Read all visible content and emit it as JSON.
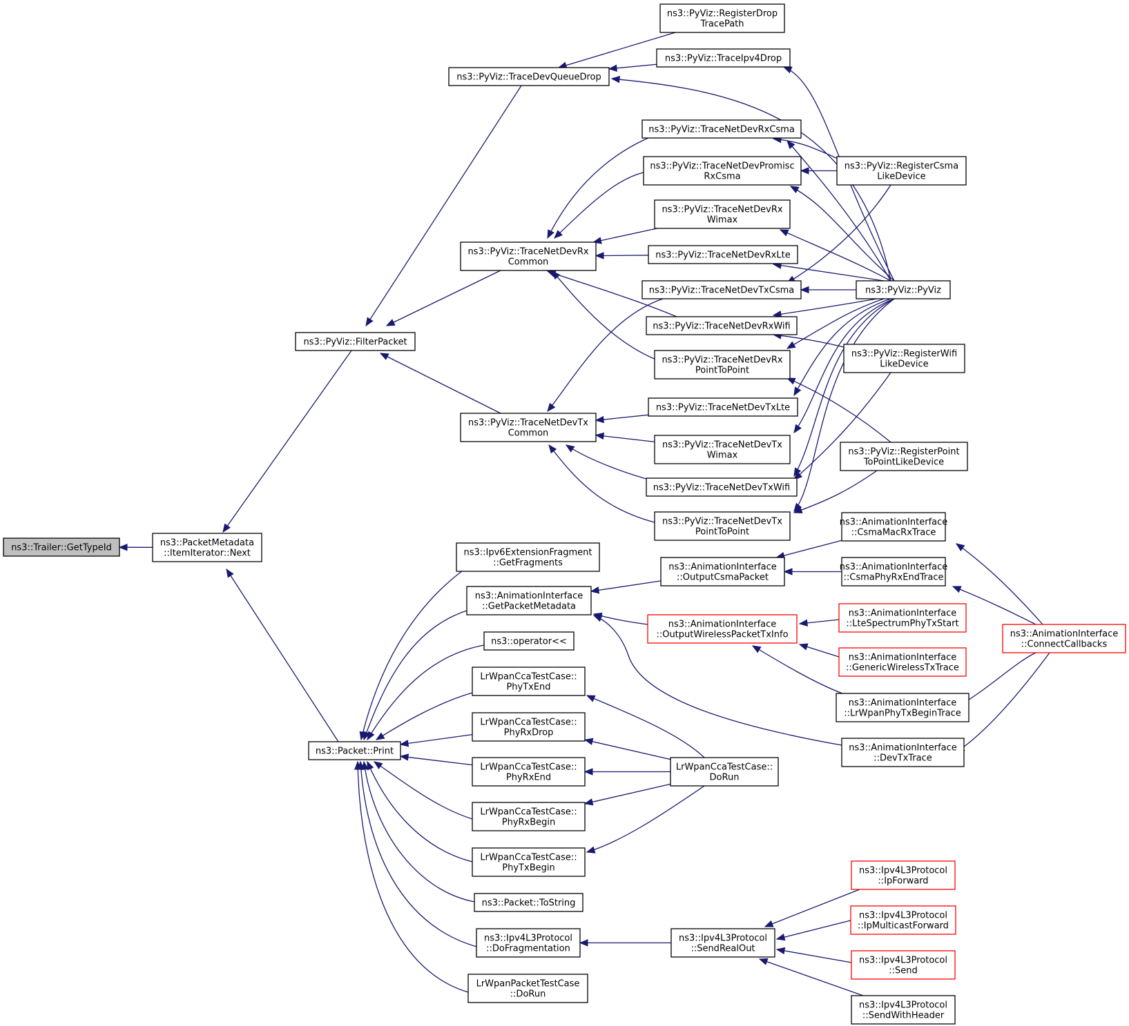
{
  "diagram": {
    "title": "",
    "nodes": [
      {
        "id": "n1",
        "lines": [
          "ns3::Trailer::GetTypeId"
        ],
        "highlight": true
      },
      {
        "id": "n2",
        "lines": [
          "ns3::PacketMetadata",
          "::ItemIterator::Next"
        ]
      },
      {
        "id": "n3",
        "lines": [
          "ns3::PyViz::FilterPacket"
        ]
      },
      {
        "id": "n4",
        "lines": [
          "ns3::Packet::Print"
        ]
      },
      {
        "id": "n5",
        "lines": [
          "ns3::PyViz::TraceDevQueueDrop"
        ]
      },
      {
        "id": "n6",
        "lines": [
          "ns3::PyViz::TraceNetDevRx",
          "Common"
        ]
      },
      {
        "id": "n7",
        "lines": [
          "ns3::PyViz::TraceNetDevTx",
          "Common"
        ]
      },
      {
        "id": "n8",
        "lines": [
          "ns3::PyViz::RegisterDrop",
          "TracePath"
        ]
      },
      {
        "id": "n9",
        "lines": [
          "ns3::PyViz::TraceIpv4Drop"
        ]
      },
      {
        "id": "n10",
        "lines": [
          "ns3::PyViz::TraceNetDevRxCsma"
        ]
      },
      {
        "id": "n11",
        "lines": [
          "ns3::PyViz::TraceNetDevPromisc",
          "RxCsma"
        ]
      },
      {
        "id": "n12",
        "lines": [
          "ns3::PyViz::TraceNetDevRx",
          "Wimax"
        ]
      },
      {
        "id": "n13",
        "lines": [
          "ns3::PyViz::TraceNetDevRxLte"
        ]
      },
      {
        "id": "n14",
        "lines": [
          "ns3::PyViz::TraceNetDevTxCsma"
        ]
      },
      {
        "id": "n15",
        "lines": [
          "ns3::PyViz::TraceNetDevRxWifi"
        ]
      },
      {
        "id": "n16",
        "lines": [
          "ns3::PyViz::TraceNetDevRx",
          "PointToPoint"
        ]
      },
      {
        "id": "n17",
        "lines": [
          "ns3::PyViz::TraceNetDevTxLte"
        ]
      },
      {
        "id": "n18",
        "lines": [
          "ns3::PyViz::TraceNetDevTx",
          "Wimax"
        ]
      },
      {
        "id": "n19",
        "lines": [
          "ns3::PyViz::TraceNetDevTxWifi"
        ]
      },
      {
        "id": "n20",
        "lines": [
          "ns3::PyViz::TraceNetDevTx",
          "PointToPoint"
        ]
      },
      {
        "id": "n21",
        "lines": [
          "ns3::PyViz::RegisterCsma",
          "LikeDevice"
        ]
      },
      {
        "id": "n22",
        "lines": [
          "ns3::PyViz::PyViz"
        ]
      },
      {
        "id": "n23",
        "lines": [
          "ns3::PyViz::RegisterWifi",
          "LikeDevice"
        ]
      },
      {
        "id": "n24",
        "lines": [
          "ns3::PyViz::RegisterPoint",
          "ToPointLikeDevice"
        ]
      },
      {
        "id": "n25",
        "lines": [
          "ns3::Ipv6ExtensionFragment",
          "::GetFragments"
        ]
      },
      {
        "id": "n26",
        "lines": [
          "ns3::AnimationInterface",
          "::GetPacketMetadata"
        ]
      },
      {
        "id": "n27",
        "lines": [
          "ns3::operator<<"
        ]
      },
      {
        "id": "n28",
        "lines": [
          "LrWpanCcaTestCase::",
          "PhyTxEnd"
        ]
      },
      {
        "id": "n29",
        "lines": [
          "LrWpanCcaTestCase::",
          "PhyRxDrop"
        ]
      },
      {
        "id": "n30",
        "lines": [
          "LrWpanCcaTestCase::",
          "PhyRxEnd"
        ]
      },
      {
        "id": "n31",
        "lines": [
          "LrWpanCcaTestCase::",
          "PhyRxBegin"
        ]
      },
      {
        "id": "n32",
        "lines": [
          "LrWpanCcaTestCase::",
          "PhyTxBegin"
        ]
      },
      {
        "id": "n33",
        "lines": [
          "ns3::Packet::ToString"
        ]
      },
      {
        "id": "n34",
        "lines": [
          "ns3::Ipv4L3Protocol",
          "::DoFragmentation"
        ]
      },
      {
        "id": "n35",
        "lines": [
          "LrWpanPacketTestCase",
          "::DoRun"
        ]
      },
      {
        "id": "n36",
        "lines": [
          "ns3::AnimationInterface",
          "::OutputCsmaPacket"
        ]
      },
      {
        "id": "n37",
        "lines": [
          "ns3::AnimationInterface",
          "::OutputWirelessPacketTxInfo"
        ],
        "red": true
      },
      {
        "id": "n38",
        "lines": [
          "LrWpanCcaTestCase::",
          "DoRun"
        ]
      },
      {
        "id": "n39",
        "lines": [
          "ns3::Ipv4L3Protocol",
          "::SendRealOut"
        ]
      },
      {
        "id": "n40",
        "lines": [
          "ns3::AnimationInterface",
          "::CsmaMacRxTrace"
        ]
      },
      {
        "id": "n41",
        "lines": [
          "ns3::AnimationInterface",
          "::CsmaPhyRxEndTrace"
        ]
      },
      {
        "id": "n42",
        "lines": [
          "ns3::AnimationInterface",
          "::LteSpectrumPhyTxStart"
        ],
        "red": true
      },
      {
        "id": "n43",
        "lines": [
          "ns3::AnimationInterface",
          "::GenericWirelessTxTrace"
        ],
        "red": true
      },
      {
        "id": "n44",
        "lines": [
          "ns3::AnimationInterface",
          "::LrWpanPhyTxBeginTrace"
        ]
      },
      {
        "id": "n45",
        "lines": [
          "ns3::AnimationInterface",
          "::DevTxTrace"
        ]
      },
      {
        "id": "n46",
        "lines": [
          "ns3::AnimationInterface",
          "::ConnectCallbacks"
        ],
        "red": true
      },
      {
        "id": "n47",
        "lines": [
          "ns3::Ipv4L3Protocol",
          "::IpForward"
        ],
        "red": true
      },
      {
        "id": "n48",
        "lines": [
          "ns3::Ipv4L3Protocol",
          "::IpMulticastForward"
        ],
        "red": true
      },
      {
        "id": "n49",
        "lines": [
          "ns3::Ipv4L3Protocol",
          "::Send"
        ],
        "red": true
      },
      {
        "id": "n50",
        "lines": [
          "ns3::Ipv4L3Protocol",
          "::SendWithHeader"
        ]
      }
    ],
    "edges": [
      {
        "from": "n2",
        "to": "n1"
      },
      {
        "from": "n3",
        "to": "n2"
      },
      {
        "from": "n4",
        "to": "n2"
      },
      {
        "from": "n5",
        "to": "n3"
      },
      {
        "from": "n6",
        "to": "n3"
      },
      {
        "from": "n7",
        "to": "n3"
      },
      {
        "from": "n8",
        "to": "n5"
      },
      {
        "from": "n9",
        "to": "n5"
      },
      {
        "from": "n22",
        "to": "n5"
      },
      {
        "from": "n10",
        "to": "n6"
      },
      {
        "from": "n11",
        "to": "n6"
      },
      {
        "from": "n12",
        "to": "n6"
      },
      {
        "from": "n13",
        "to": "n6"
      },
      {
        "from": "n15",
        "to": "n6"
      },
      {
        "from": "n16",
        "to": "n6"
      },
      {
        "from": "n14",
        "to": "n7"
      },
      {
        "from": "n17",
        "to": "n7"
      },
      {
        "from": "n18",
        "to": "n7"
      },
      {
        "from": "n19",
        "to": "n7"
      },
      {
        "from": "n20",
        "to": "n7"
      },
      {
        "from": "n22",
        "to": "n9"
      },
      {
        "from": "n21",
        "to": "n10"
      },
      {
        "from": "n22",
        "to": "n10"
      },
      {
        "from": "n21",
        "to": "n11"
      },
      {
        "from": "n22",
        "to": "n11"
      },
      {
        "from": "n22",
        "to": "n12"
      },
      {
        "from": "n22",
        "to": "n13"
      },
      {
        "from": "n21",
        "to": "n14"
      },
      {
        "from": "n22",
        "to": "n14"
      },
      {
        "from": "n22",
        "to": "n15"
      },
      {
        "from": "n23",
        "to": "n15"
      },
      {
        "from": "n22",
        "to": "n16"
      },
      {
        "from": "n24",
        "to": "n16"
      },
      {
        "from": "n22",
        "to": "n17"
      },
      {
        "from": "n22",
        "to": "n18"
      },
      {
        "from": "n22",
        "to": "n19"
      },
      {
        "from": "n23",
        "to": "n19"
      },
      {
        "from": "n22",
        "to": "n20"
      },
      {
        "from": "n24",
        "to": "n20"
      },
      {
        "from": "n25",
        "to": "n4"
      },
      {
        "from": "n26",
        "to": "n4"
      },
      {
        "from": "n27",
        "to": "n4"
      },
      {
        "from": "n28",
        "to": "n4"
      },
      {
        "from": "n29",
        "to": "n4"
      },
      {
        "from": "n30",
        "to": "n4"
      },
      {
        "from": "n31",
        "to": "n4"
      },
      {
        "from": "n32",
        "to": "n4"
      },
      {
        "from": "n33",
        "to": "n4"
      },
      {
        "from": "n34",
        "to": "n4"
      },
      {
        "from": "n35",
        "to": "n4"
      },
      {
        "from": "n36",
        "to": "n26"
      },
      {
        "from": "n37",
        "to": "n26"
      },
      {
        "from": "n45",
        "to": "n26"
      },
      {
        "from": "n38",
        "to": "n28"
      },
      {
        "from": "n38",
        "to": "n29"
      },
      {
        "from": "n38",
        "to": "n30"
      },
      {
        "from": "n38",
        "to": "n31"
      },
      {
        "from": "n38",
        "to": "n32"
      },
      {
        "from": "n39",
        "to": "n34"
      },
      {
        "from": "n40",
        "to": "n36"
      },
      {
        "from": "n41",
        "to": "n36"
      },
      {
        "from": "n42",
        "to": "n37"
      },
      {
        "from": "n43",
        "to": "n37"
      },
      {
        "from": "n44",
        "to": "n37"
      },
      {
        "from": "n46",
        "to": "n40"
      },
      {
        "from": "n46",
        "to": "n41"
      },
      {
        "from": "n46",
        "to": "n44"
      },
      {
        "from": "n46",
        "to": "n45"
      },
      {
        "from": "n47",
        "to": "n39"
      },
      {
        "from": "n48",
        "to": "n39"
      },
      {
        "from": "n49",
        "to": "n39"
      },
      {
        "from": "n50",
        "to": "n39"
      }
    ]
  },
  "colors": {
    "edge": "#191970",
    "highlight_fill": "#bfbfbf",
    "truncated_border": "#ff0000"
  }
}
